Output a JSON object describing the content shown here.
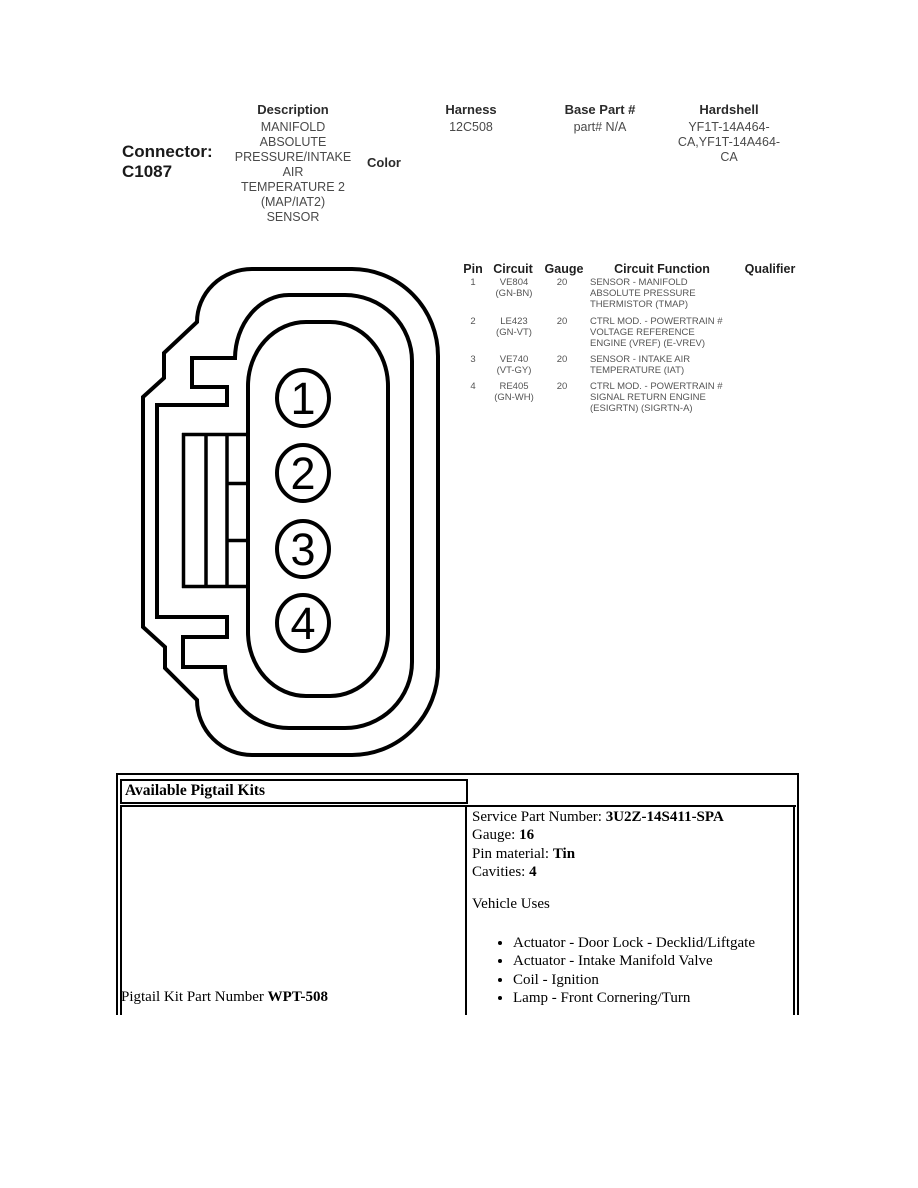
{
  "colors": {
    "ink": "#000000",
    "muted_text": "#555555",
    "table_border": "#000000"
  },
  "connector": {
    "label": "Connector:",
    "id": "C1087"
  },
  "header": {
    "description_label": "Description",
    "description_lines": [
      "MANIFOLD",
      "ABSOLUTE",
      "PRESSURE/INTAKE",
      "AIR",
      "TEMPERATURE 2",
      "(MAP/IAT2)",
      "SENSOR"
    ],
    "color_label": "Color",
    "harness_label": "Harness",
    "harness_value": "12C508",
    "base_part_label": "Base Part #",
    "base_part_value": "part# N/A",
    "hardshell_label": "Hardshell",
    "hardshell_lines": [
      "YF1T-14A464-",
      "CA,YF1T-14A464-",
      "CA"
    ]
  },
  "pin_table": {
    "headers": {
      "pin": "Pin",
      "circuit": "Circuit",
      "gauge": "Gauge",
      "function": "Circuit Function",
      "qualifier": "Qualifier"
    },
    "rows": [
      {
        "pin": "1",
        "circuit": "VE804",
        "color": "(GN-BN)",
        "gauge": "20",
        "function_lines": [
          "SENSOR - MANIFOLD",
          "ABSOLUTE PRESSURE",
          "THERMISTOR (TMAP)"
        ],
        "qualifier": ""
      },
      {
        "pin": "2",
        "circuit": "LE423",
        "color": "(GN-VT)",
        "gauge": "20",
        "function_lines": [
          "CTRL MOD. - POWERTRAIN #",
          "VOLTAGE REFERENCE",
          "ENGINE (VREF) (E-VREV)"
        ],
        "qualifier": ""
      },
      {
        "pin": "3",
        "circuit": "VE740",
        "color": "(VT-GY)",
        "gauge": "20",
        "function_lines": [
          "SENSOR - INTAKE AIR",
          "TEMPERATURE (IAT)"
        ],
        "qualifier": ""
      },
      {
        "pin": "4",
        "circuit": "RE405",
        "color": "(GN-WH)",
        "gauge": "20",
        "function_lines": [
          "CTRL MOD. - POWERTRAIN #",
          "SIGNAL RETURN ENGINE",
          "(ESIGRTN) (SIGRTN-A)"
        ],
        "qualifier": ""
      }
    ]
  },
  "diagram": {
    "pins": [
      "1",
      "2",
      "3",
      "4"
    ]
  },
  "pigtail": {
    "header": "Available Pigtail Kits",
    "kit_label": "Pigtail Kit Part Number ",
    "kit_value": "WPT-508",
    "service_label": "Service Part Number: ",
    "service_value": "3U2Z-14S411-SPA",
    "gauge_label": "Gauge: ",
    "gauge_value": "16",
    "pin_material_label": "Pin material: ",
    "pin_material_value": "Tin",
    "cavities_label": "Cavities: ",
    "cavities_value": "4",
    "vehicle_uses_label": "Vehicle Uses",
    "vehicle_uses": [
      "Actuator - Door Lock - Decklid/Liftgate",
      "Actuator - Intake Manifold Valve",
      "Coil - Ignition",
      "Lamp - Front Cornering/Turn"
    ]
  }
}
